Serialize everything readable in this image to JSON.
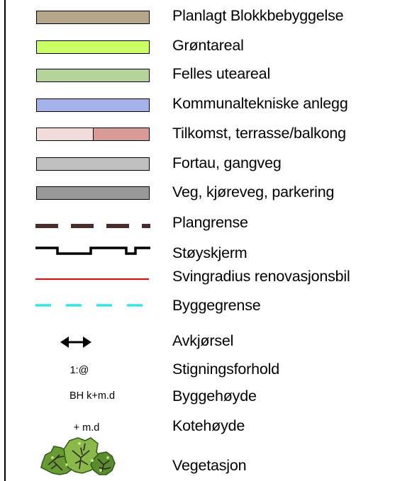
{
  "legend": {
    "items": [
      {
        "label": "Planlagt Blokkbebyggelse",
        "symbol": "swatch",
        "color": "#b5a88a"
      },
      {
        "label": "Grøntareal",
        "symbol": "swatch",
        "color": "#ccff66"
      },
      {
        "label": "Felles uteareal",
        "symbol": "swatch",
        "color": "#b4d49b"
      },
      {
        "label": "Kommunaltekniske anlegg",
        "symbol": "swatch",
        "color": "#a5b2ea"
      },
      {
        "label": "Tilkomst, terrasse/balkong",
        "symbol": "split-swatch",
        "colors": [
          "#f2dcda",
          "#d89b98"
        ]
      },
      {
        "label": "Fortau, gangveg",
        "symbol": "swatch",
        "color": "#c0c0c0"
      },
      {
        "label": "Veg, kjøreveg, parkering",
        "symbol": "swatch",
        "color": "#999999"
      },
      {
        "label": "Plangrense",
        "symbol": "dashed-line",
        "color": "#4a2c2a"
      },
      {
        "label": "Støyskjerm",
        "symbol": "notched-line",
        "color": "#000000"
      },
      {
        "label": "Svingradius renovasjonsbil",
        "symbol": "solid-line",
        "color": "#ff0000"
      },
      {
        "label": "Byggegrense",
        "symbol": "dashed-line",
        "color": "#33e6e6"
      },
      {
        "label": "Avkjørsel",
        "symbol": "double-arrow-icon",
        "color": "#000000"
      },
      {
        "label": "Stigningsforhold",
        "symbol": "text",
        "symbol_text": "1:@"
      },
      {
        "label": "Byggehøyde",
        "symbol": "text",
        "symbol_text": "BH k+m.d"
      },
      {
        "label": "Kotehøyde",
        "symbol": "text",
        "symbol_text": "+ m.d"
      },
      {
        "label": "Vegetasjon",
        "symbol": "tree-cluster-icon",
        "colors": [
          "#5a8c2e",
          "#2f5a14",
          "#8bb84a"
        ]
      }
    ]
  }
}
